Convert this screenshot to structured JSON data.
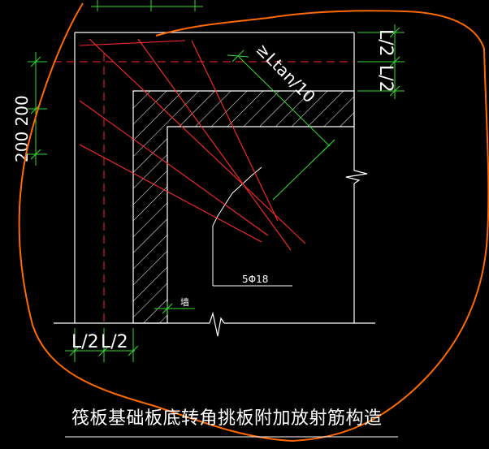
{
  "drawing": {
    "title": "筏板基础板底转角挑板附加放射筋构造",
    "dimensions": {
      "left_vertical": "200 200",
      "right_top": "L/2",
      "right_bottom": "L/2",
      "bottom_left": "L/2",
      "bottom_right": "L/2",
      "diagonal": "≥Ltan/10"
    },
    "rebar_label": "5Φ18",
    "wall_label": "墙",
    "colors": {
      "background": "#000000",
      "outline": "#ffffff",
      "rebar": "#ff2a2a",
      "dimension": "#33dd33",
      "hand_markup": "#ff6a00"
    }
  }
}
